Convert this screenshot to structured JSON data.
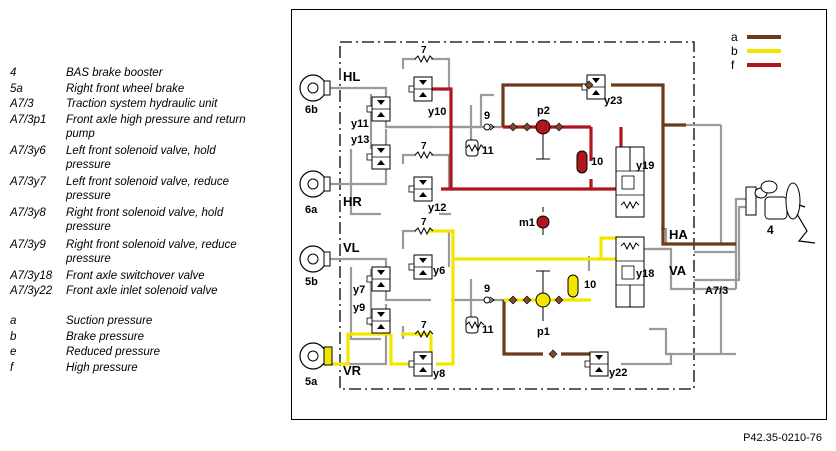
{
  "legend": {
    "components": [
      {
        "code": "4",
        "text": "BAS brake booster"
      },
      {
        "code": "5a",
        "text": "Right front wheel brake"
      },
      {
        "code": "A7/3",
        "text": "Traction system hydraulic unit"
      },
      {
        "code": "A7/3p1",
        "text": "Front axle high pressure and return pump"
      },
      {
        "code": "A7/3y6",
        "text": "Left front solenoid valve, hold pressure"
      },
      {
        "code": "A7/3y7",
        "text": "Left front solenoid valve, reduce pressure"
      },
      {
        "code": "A7/3y8",
        "text": "Right front solenoid valve, hold pressure"
      },
      {
        "code": "A7/3y9",
        "text": "Right front solenoid valve, reduce pressure"
      },
      {
        "code": "A7/3y18",
        "text": "Front axle switchover valve"
      },
      {
        "code": "A7/3y22",
        "text": "Front axle inlet solenoid valve"
      }
    ],
    "pressures": [
      {
        "code": "a",
        "text": "Suction pressure"
      },
      {
        "code": "b",
        "text": "Brake pressure"
      },
      {
        "code": "e",
        "text": "Reduced pressure"
      },
      {
        "code": "f",
        "text": "High pressure"
      }
    ]
  },
  "diagram": {
    "key": [
      {
        "code": "a",
        "color": "#6b3a1c"
      },
      {
        "code": "b",
        "color": "#f2e600"
      },
      {
        "code": "f",
        "color": "#b0161e"
      }
    ],
    "labels": {
      "hl": "HL",
      "hr": "HR",
      "vl": "VL",
      "vr": "VR",
      "ha": "HA",
      "va": "VA",
      "unit": "A7/3",
      "w6b": "6b",
      "w6a": "6a",
      "w5b": "5b",
      "w5a": "5a",
      "booster": "4",
      "y10": "y10",
      "y11": "y11",
      "y13": "y13",
      "y12": "y12",
      "y6": "y6",
      "y7": "y7",
      "y9": "y9",
      "y8": "y8",
      "y23": "y23",
      "y19": "y19",
      "y18": "y18",
      "y22": "y22",
      "p1": "p1",
      "p2": "p2",
      "m1": "m1",
      "n7a": "7",
      "n7b": "7",
      "n7c": "7",
      "n7d": "7",
      "n9a": "9",
      "n9b": "9",
      "n10a": "10",
      "n10b": "10",
      "n11a": "11",
      "n11b": "11"
    },
    "colors": {
      "suction": "#6b3a1c",
      "brake": "#f2e600",
      "high": "#b0161e",
      "line": "#9a9a9a"
    }
  },
  "doc_code": "P42.35-0210-76"
}
